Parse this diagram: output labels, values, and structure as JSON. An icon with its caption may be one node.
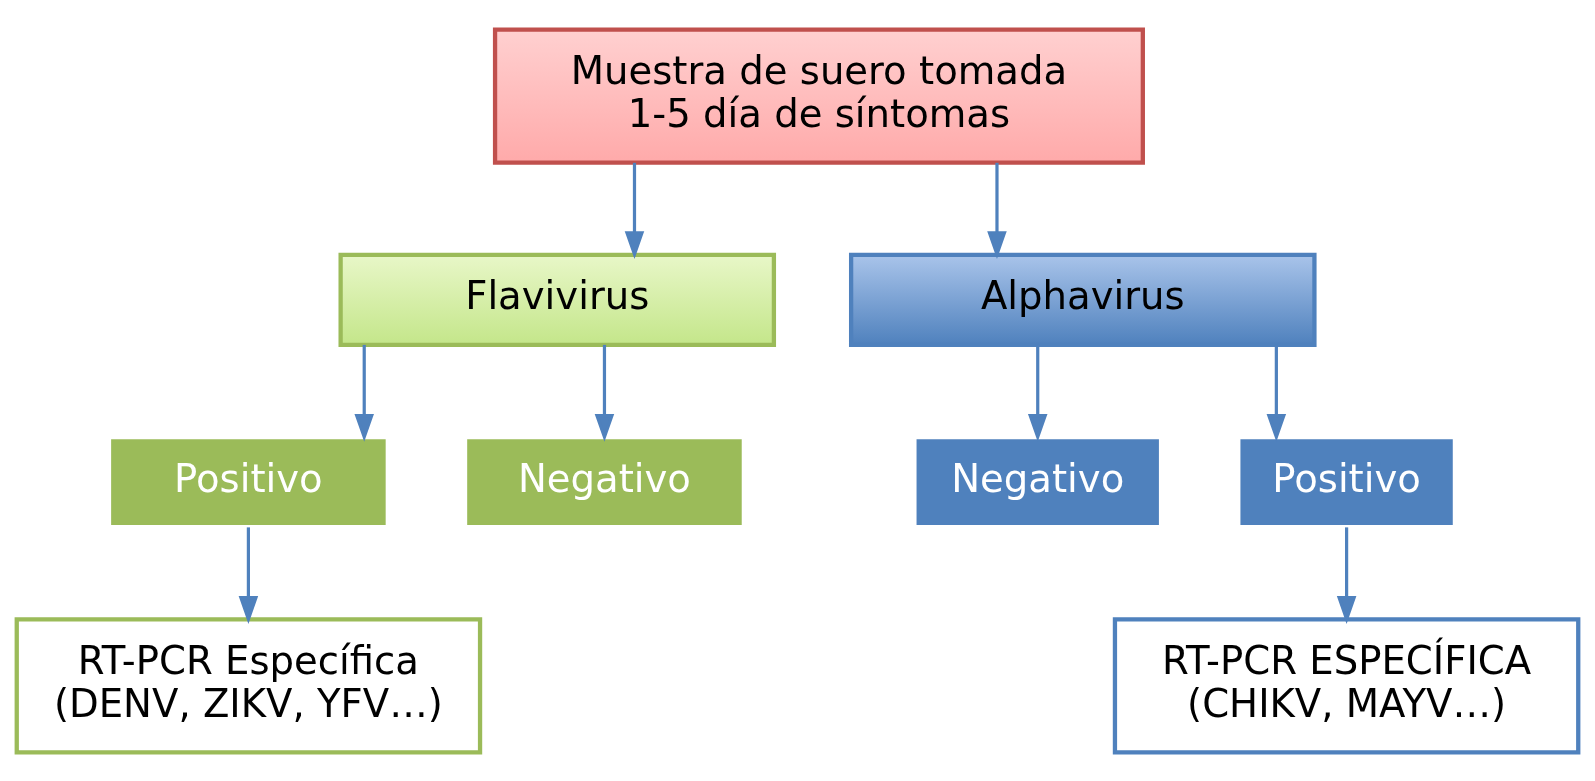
{
  "diagram": {
    "nodes": [
      {
        "text": [
          "Muestra de suero tomada 1-5 día de síntomas"
        ]
      },
      {
        "text": [
          "Flavivirus"
        ]
      },
      {
        "text": [
          "Alphavirus"
        ]
      },
      {
        "text": [
          "Positivo"
        ]
      },
      {
        "text": [
          "Negativo"
        ]
      },
      {
        "text": [
          "Negativo"
        ]
      },
      {
        "text": [
          "Positivo"
        ]
      },
      {
        "text": [
          "RT-PCR Específica (DENV, ZIKV, YFV…)"
        ]
      },
      {
        "text": [
          "RT-PCR ESPECÍFICA (CHIKV, MAYV…)"
        ]
      }
    ],
    "edges": [
      {
        "from": 0,
        "to": 1,
        "arrow": "to"
      },
      {
        "from": 0,
        "to": 2,
        "arrow": "to"
      },
      {
        "from": 1,
        "to": 3,
        "arrow": "to"
      },
      {
        "from": 1,
        "to": 4,
        "arrow": "to"
      },
      {
        "from": 2,
        "to": 5,
        "arrow": "to"
      },
      {
        "from": 2,
        "to": 6,
        "arrow": "to"
      },
      {
        "from": 3,
        "to": 7,
        "arrow": "to"
      },
      {
        "from": 6,
        "to": 8,
        "arrow": "to"
      }
    ]
  }
}
